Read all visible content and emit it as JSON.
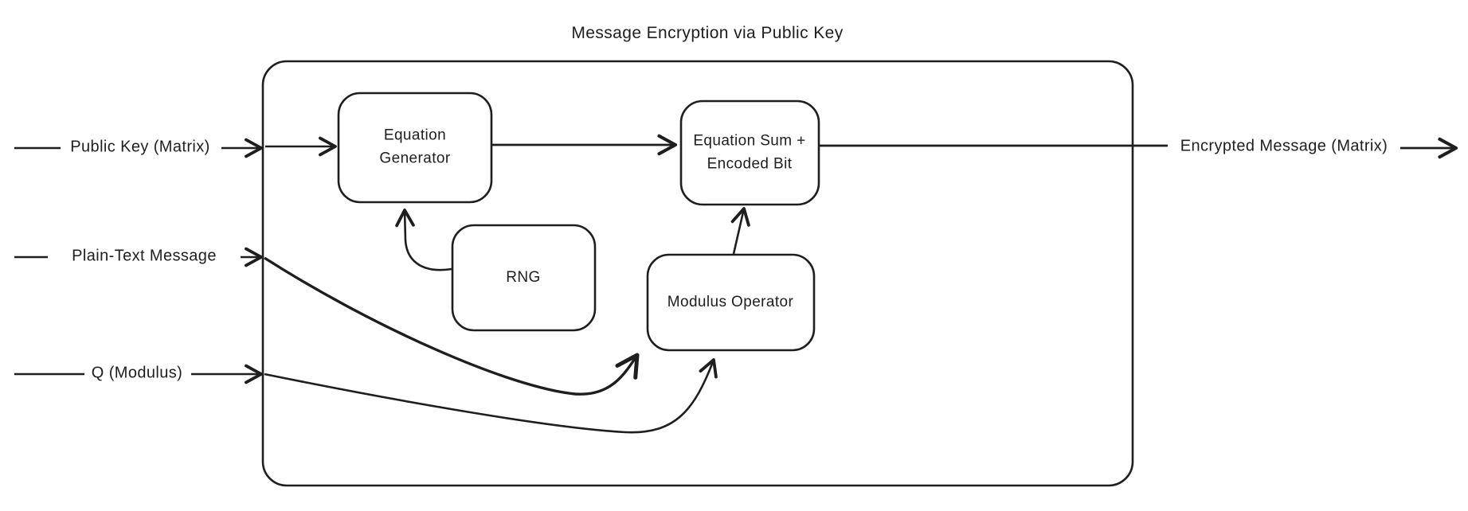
{
  "diagram": {
    "title": "Message Encryption via Public Key",
    "colors": {
      "stroke": "#1e1e1e",
      "background": "#ffffff"
    },
    "inputs": {
      "public_key": {
        "label": "Public Key (Matrix)"
      },
      "plain_text": {
        "label": "Plain-Text Message"
      },
      "q_modulus": {
        "label": "Q (Modulus)"
      }
    },
    "output": {
      "label": "Encrypted Message (Matrix)"
    },
    "nodes": {
      "equation_generator": {
        "line1": "Equation",
        "line2": "Generator"
      },
      "equation_sum": {
        "line1": "Equation Sum +",
        "line2": "Encoded Bit"
      },
      "rng": {
        "line1": "RNG"
      },
      "modulus_operator": {
        "line1": "Modulus Operator"
      }
    },
    "edges": [
      {
        "from": "Public Key (Matrix)",
        "to": "Equation Generator"
      },
      {
        "from": "RNG",
        "to": "Equation Generator"
      },
      {
        "from": "Equation Generator",
        "to": "Equation Sum + Encoded Bit"
      },
      {
        "from": "Plain-Text Message",
        "to": "Modulus Operator"
      },
      {
        "from": "Q (Modulus)",
        "to": "Modulus Operator"
      },
      {
        "from": "Modulus Operator",
        "to": "Equation Sum + Encoded Bit"
      },
      {
        "from": "Equation Sum + Encoded Bit",
        "to": "Encrypted Message (Matrix)"
      }
    ]
  }
}
